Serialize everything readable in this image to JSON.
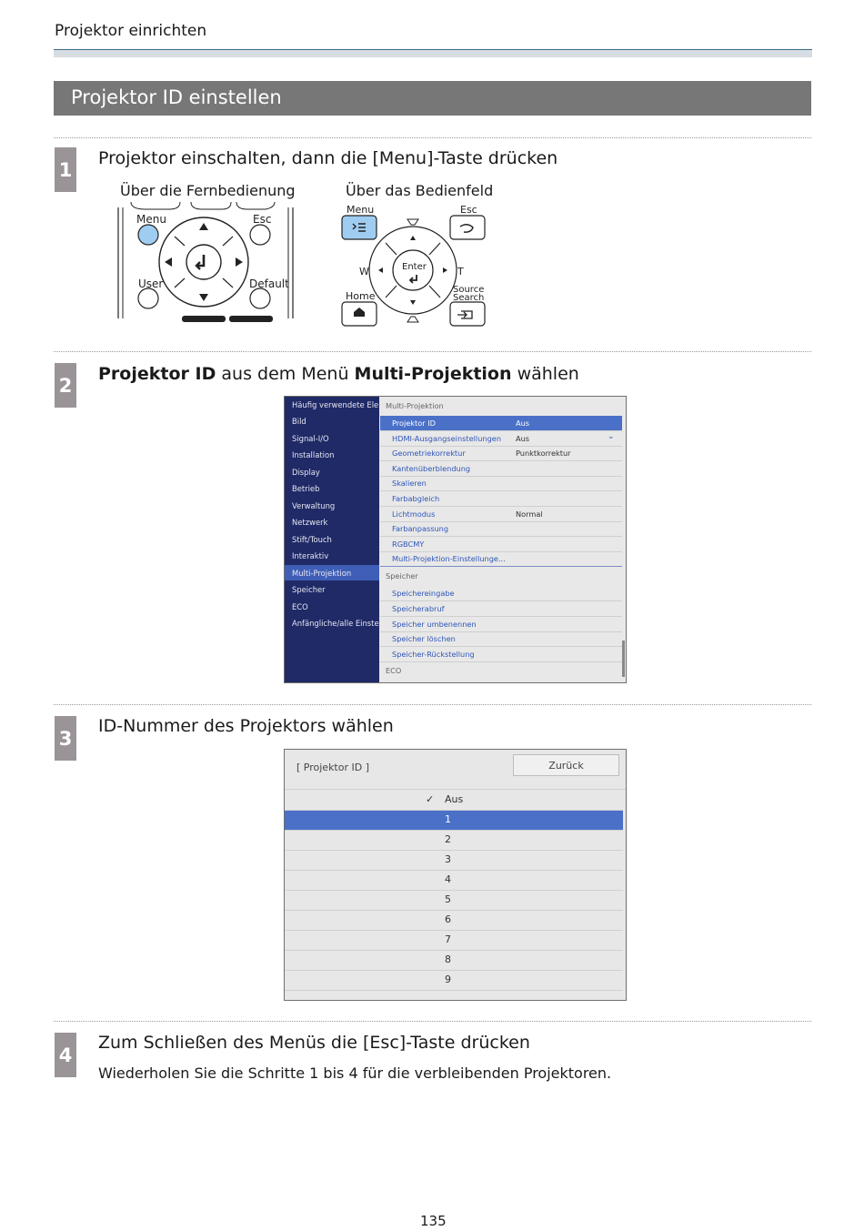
{
  "running_head": "Projektor einrichten",
  "section_title": "Projektor ID einstellen",
  "steps": [
    {
      "num": "1",
      "title": "Projektor einschalten, dann die [Menu]-Taste drücken"
    },
    {
      "num": "2",
      "title_bold_1": "Projektor ID",
      "title_mid": " aus dem Menü ",
      "title_bold_2": "Multi-Projektion",
      "title_end": " wählen"
    },
    {
      "num": "3",
      "title": "ID-Nummer des Projektors wählen"
    },
    {
      "num": "4",
      "title": "Zum Schließen des Menüs die [Esc]-Taste drücken",
      "body": "Wiederholen Sie die Schritte 1 bis 4 für die verbleibenden Projektoren."
    }
  ],
  "remote": {
    "caption": "Über die Fernbedienung",
    "labels": {
      "menu": "Menu",
      "esc": "Esc",
      "user": "User",
      "default": "Default"
    }
  },
  "panel": {
    "caption": "Über das Bedienfeld",
    "labels": {
      "menu": "Menu",
      "esc": "Esc",
      "w": "W",
      "t": "T",
      "enter": "Enter",
      "home": "Home",
      "source": "Source",
      "search": "Search"
    }
  },
  "menu_screen": {
    "left_items": [
      "Häufig verwendete Ele...",
      "Bild",
      "Signal-I/O",
      "Installation",
      "Display",
      "Betrieb",
      "Verwaltung",
      "Netzwerk",
      "Stift/Touch",
      "Interaktiv",
      "Multi-Projektion",
      "Speicher",
      "ECO",
      "Anfängliche/alle Einstel..."
    ],
    "left_selected": "Multi-Projektion",
    "right_header": "Multi-Projektion",
    "right_items": [
      {
        "label": "Projektor ID",
        "value": "Aus"
      },
      {
        "label": "HDMI-Ausgangseinstellungen",
        "value": "Aus"
      },
      {
        "label": "Geometriekorrektur",
        "value": "Punktkorrektur"
      },
      {
        "label": "Kantenüberblendung",
        "value": ""
      },
      {
        "label": "Skalieren",
        "value": ""
      },
      {
        "label": "Farbabgleich",
        "value": ""
      },
      {
        "label": "Lichtmodus",
        "value": "Normal"
      },
      {
        "label": "Farbanpassung",
        "value": ""
      },
      {
        "label": "RGBCMY",
        "value": ""
      },
      {
        "label": "Multi-Projektion-Einstellunge...",
        "value": ""
      }
    ],
    "speicher_header": "Speicher",
    "speicher_items": [
      "Speichereingabe",
      "Speicherabruf",
      "Speicher umbenennen",
      "Speicher löschen",
      "Speicher-Rückstellung"
    ],
    "eco_header": "ECO"
  },
  "id_screen": {
    "title": "[ Projektor ID ]",
    "back_label": "Zurück",
    "current": "Aus",
    "options": [
      "1",
      "2",
      "3",
      "4",
      "5",
      "6",
      "7",
      "8",
      "9"
    ],
    "selected": "1"
  },
  "page_number": "135"
}
